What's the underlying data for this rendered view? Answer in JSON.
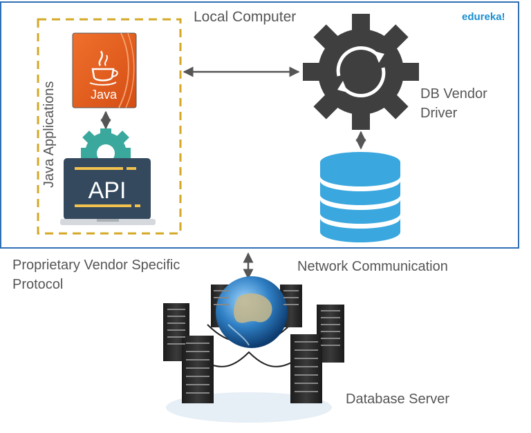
{
  "brand": "edureka!",
  "local_computer": {
    "title": "Local Computer"
  },
  "java_group": {
    "label": "Java Applications"
  },
  "java_logo": {
    "text": "Java"
  },
  "api_card": {
    "text": "API"
  },
  "driver": {
    "line1": "DB Vendor",
    "line2": "Driver"
  },
  "protocol": {
    "line1": "Proprietary Vendor Specific",
    "line2": "Protocol"
  },
  "network": {
    "label": "Network Communication"
  },
  "server": {
    "label": "Database Server"
  },
  "colors": {
    "frame_border": "#2f6fb5",
    "dashed_border": "#d4a826",
    "java_orange": "#e85c20",
    "gear_teal": "#3aa89c",
    "api_navy": "#34495e",
    "api_gold": "#f2c14e",
    "driver_gear": "#3f3f3f",
    "database_blue": "#3aa7df",
    "arrow": "#555555",
    "brand": "#1a8fd1"
  }
}
